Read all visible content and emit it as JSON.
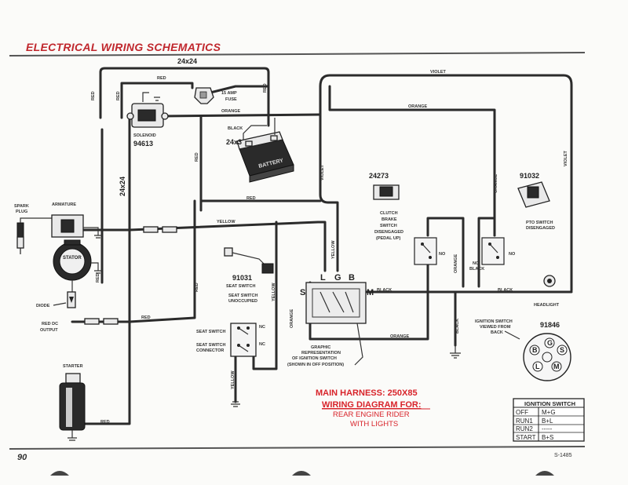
{
  "header": {
    "title": "ELECTRICAL WIRING SCHEMATICS"
  },
  "footer": {
    "page_number": "90",
    "code": "S-1485"
  },
  "diagram": {
    "wire_colors": {
      "red": "RED",
      "orange": "ORANGE",
      "black": "BLACK",
      "yellow": "YELLOW",
      "violet": "VIOLET"
    },
    "main_harness": {
      "line1": "MAIN HARNESS: 250X85",
      "line2": "WIRING DIAGRAM FOR:",
      "line3": "REAR ENGINE RIDER",
      "line4": "WITH LIGHTS"
    },
    "components": {
      "spark_plug": {
        "line1": "SPARK",
        "line2": "PLUG"
      },
      "armature": "ARMATURE",
      "stator": "STATOR",
      "diode": "DIODE",
      "red_dc_output": {
        "line1": "RED DC",
        "line2": "OUTPUT"
      },
      "starter": "STARTER",
      "solenoid": {
        "label": "SOLENOID",
        "part": "94613"
      },
      "fuse": {
        "line1": "15 AMP",
        "line2": "FUSE"
      },
      "battery": {
        "label": "BATTERY",
        "size": "24x3"
      },
      "wire_24x24_top": "24x24",
      "wire_24x24_side": "24x24",
      "clutch_switch": {
        "part": "24273",
        "line1": "CLUTCH",
        "line2": "BRAKE",
        "line3": "SWITCH",
        "line4": "DISENGAGED",
        "line5": "(PEDAL UP)"
      },
      "pto_switch": {
        "part": "91032",
        "line1": "PTO SWITCH",
        "line2": "DISENGAGED"
      },
      "seat_switch_part": {
        "part": "91031",
        "line1": "SEAT SWITCH",
        "line2": "SEAT SWITCH",
        "line3": "UNOCCUPIED"
      },
      "seat_switch": {
        "label": "SEAT SWITCH",
        "connector1": "SEAT SWITCH",
        "connector2": "CONNECTOR"
      },
      "ignition_graphic": {
        "line1": "GRAPHIC",
        "line2": "REPRESENTATION",
        "line3": "OF IGNITION SWITCH",
        "line4": "(SHOWN IN OFF POSITION)"
      },
      "ignition_terminals": {
        "L": "L",
        "G": "G",
        "B": "B",
        "S": "S",
        "M": "M"
      },
      "headlight": "HEADLIGHT",
      "ignition_view": {
        "line1": "IGNITION SWITCH",
        "line2": "VIEWED FROM",
        "line3": "BACK",
        "part": "91846"
      },
      "nc": "NC",
      "no": "NO"
    },
    "ignition_table": {
      "title": "IGNITION SWITCH",
      "rows": [
        {
          "pos": "OFF",
          "contacts": "M+G"
        },
        {
          "pos": "RUN1",
          "contacts": "B+L"
        },
        {
          "pos": "RUN2",
          "contacts": "-----"
        },
        {
          "pos": "START",
          "contacts": "B+S"
        }
      ]
    },
    "accent": {
      "title_red": "#c0272d",
      "harness_red": "#d8232a"
    }
  }
}
